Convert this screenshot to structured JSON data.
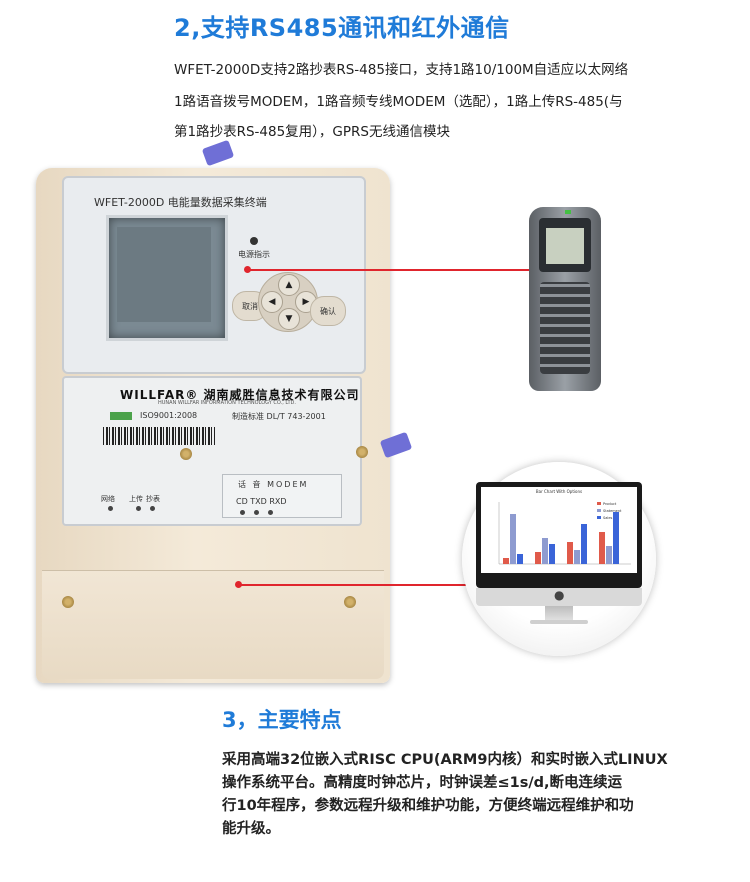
{
  "section2": {
    "title": "2,支持RS485通讯和红外通信",
    "lines": [
      "WFET-2000D支持2路抄表RS-485接口，支持1路10/100M自适应以太网络",
      "1路语音拨号MODEM，1路音频专线MODEM（选配），1路上传RS-485(与",
      "第1路抄表RS-485复用），GPRS无线通信模块"
    ]
  },
  "meter": {
    "model": "WFET-2000D 电能量数据采集终端",
    "power_label": "电源指示",
    "cancel": "取消",
    "confirm": "确认",
    "brand": "WILLFAR® 湖南威胜信息技术有限公司",
    "brand_en": "HUNAN WILLFAR INFORMATION TECHNOLOGY CO., LTD.",
    "iso": "ISO9001:2008",
    "standard": "制造标准 DL/T 743-2001",
    "led_network": "网络",
    "led_upload": "上传",
    "led_meter": "抄表",
    "modem_title": "话 音  MODEM",
    "modem_leds": "CD TXD RXD"
  },
  "monitor": {
    "chart_title": "Bar Chart With Options",
    "legend": [
      "Product",
      "Statement",
      "Sales"
    ]
  },
  "colors": {
    "accent": "#1f7bd8",
    "connector": "#e0252d"
  },
  "section3": {
    "title": "3，主要特点",
    "lines": [
      "采用高端32位嵌入式RISC CPU(ARM9内核）和实时嵌入式LINUX",
      "操作系统平台。高精度时钟芯片，时钟误差≤1s/d,断电连续运",
      "行10年程序，参数远程升级和维护功能，方便终端远程维护和功",
      "能升级。"
    ]
  }
}
